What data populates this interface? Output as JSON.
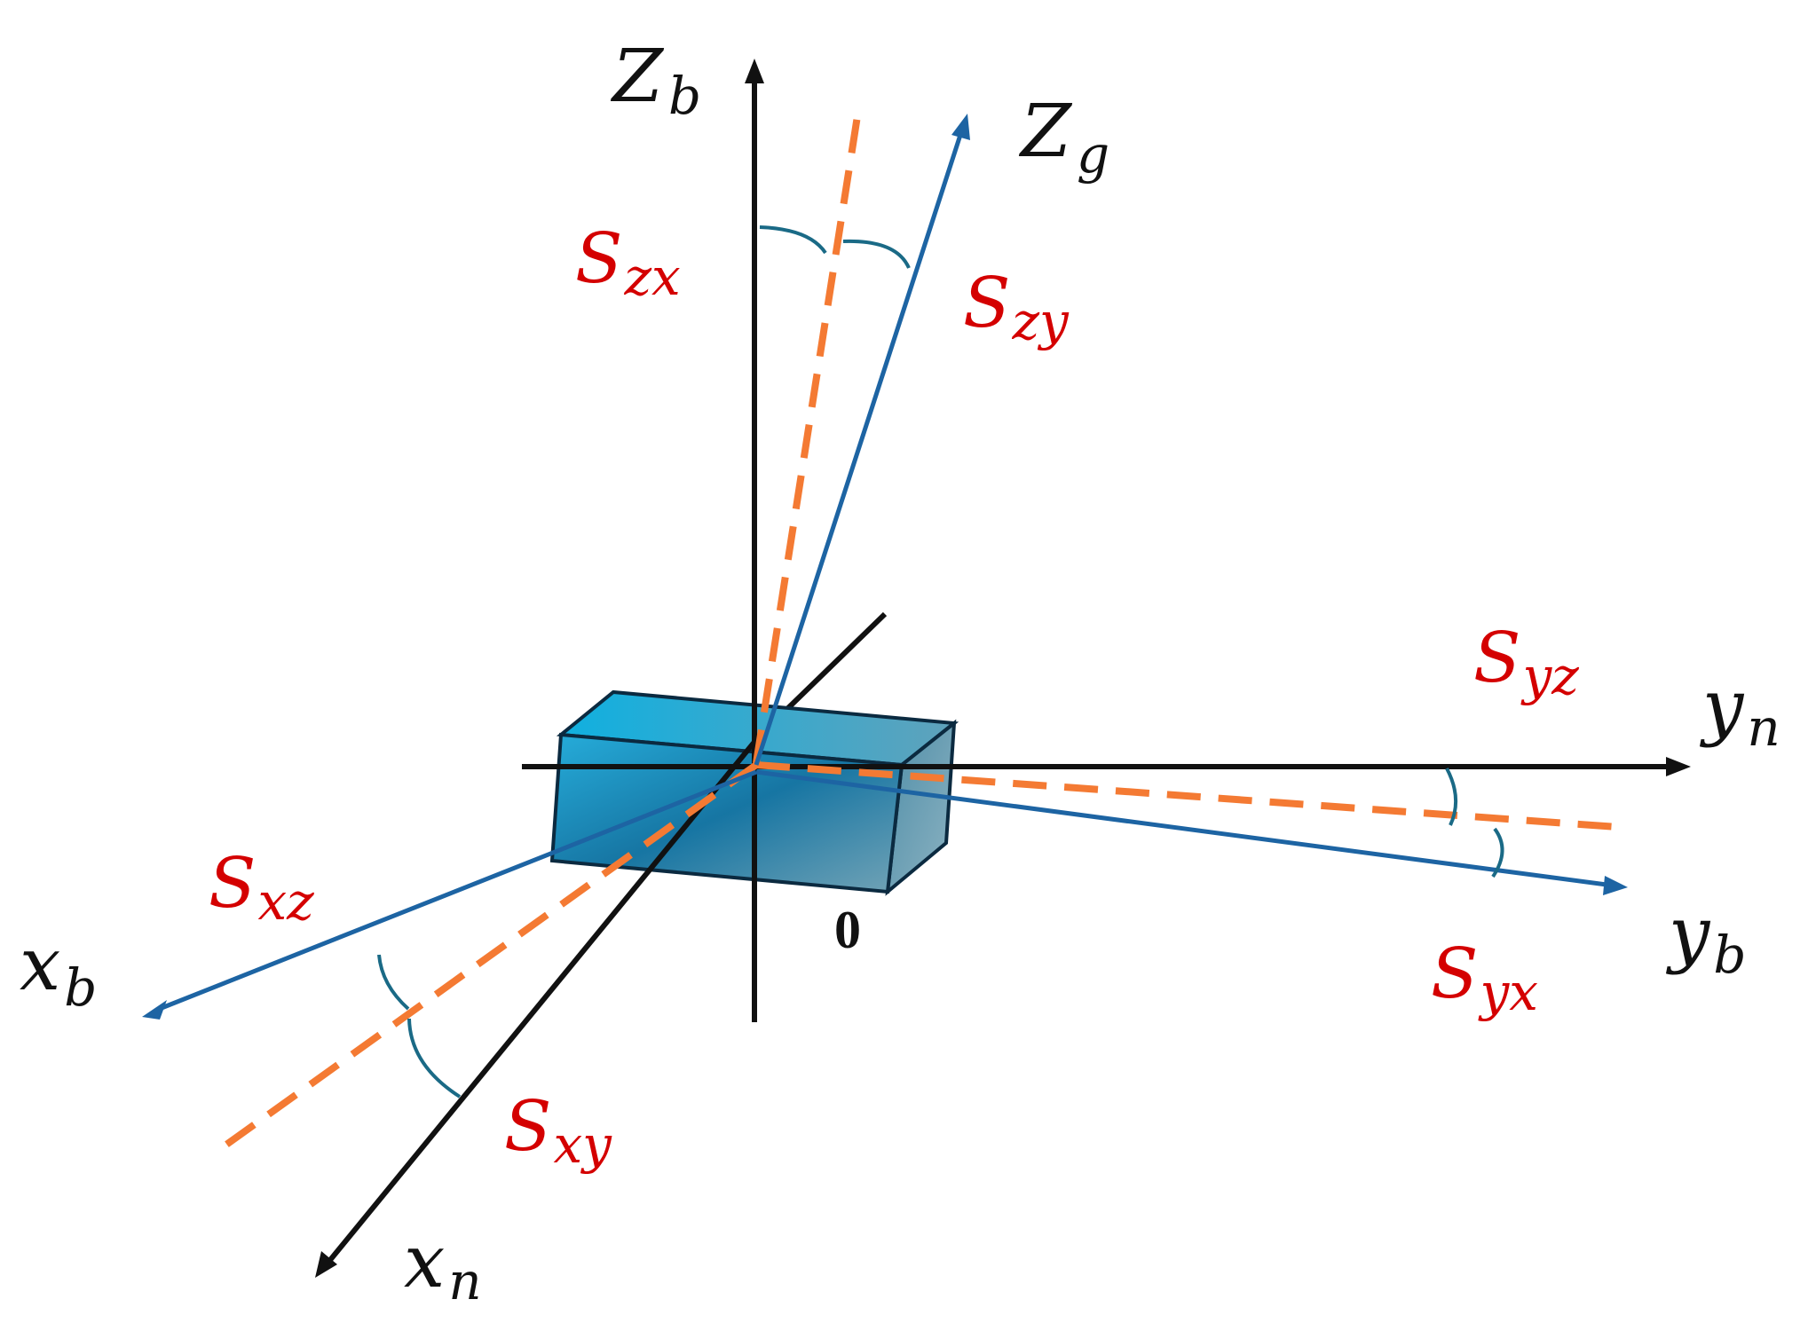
{
  "colors": {
    "black_axis": "#111111",
    "blue_axis": "#1d64a3",
    "dashed_axis": "#f47a33",
    "arc": "#1a6a86",
    "label_red": "#d40000",
    "box_front": "#0d7fb4",
    "box_top": "#1fb0db",
    "box_side": "#5c96ad",
    "box_edge": "#0b2a40"
  },
  "labels": {
    "z_b": {
      "main": "Z",
      "sub": "b"
    },
    "z_g": {
      "main": "Z",
      "sub": "g"
    },
    "y_n": {
      "main": "y",
      "sub": "n"
    },
    "y_b": {
      "main": "y",
      "sub": "b"
    },
    "x_b": {
      "main": "x",
      "sub": "b"
    },
    "x_n": {
      "main": "x",
      "sub": "n"
    },
    "s_zx": {
      "main": "S",
      "sub": "zx"
    },
    "s_zy": {
      "main": "S",
      "sub": "zy"
    },
    "s_yz": {
      "main": "S",
      "sub": "yz"
    },
    "s_yx": {
      "main": "S",
      "sub": "yx"
    },
    "s_xz": {
      "main": "S",
      "sub": "xz"
    },
    "s_xy": {
      "main": "S",
      "sub": "xy"
    },
    "origin": "0"
  }
}
